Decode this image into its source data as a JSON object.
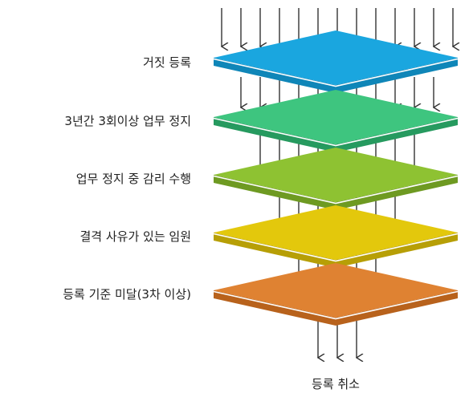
{
  "layers": [
    {
      "label": "거짓 등록",
      "color": "#1aa6df",
      "edge": "#0f86b8"
    },
    {
      "label": "3년간 3회이상 업무 정지",
      "color": "#3ec57f",
      "edge": "#269a5f"
    },
    {
      "label": "업무 정지 중 감리 수행",
      "color": "#8ec232",
      "edge": "#6e9a22"
    },
    {
      "label": "결격 사유가 있는 임원",
      "color": "#e3c80c",
      "edge": "#b79f06"
    },
    {
      "label": "등록 기준 미달(3차 이상)",
      "color": "#df8232",
      "edge": "#b8621c"
    }
  ],
  "result": {
    "label": "등록 취소"
  }
}
